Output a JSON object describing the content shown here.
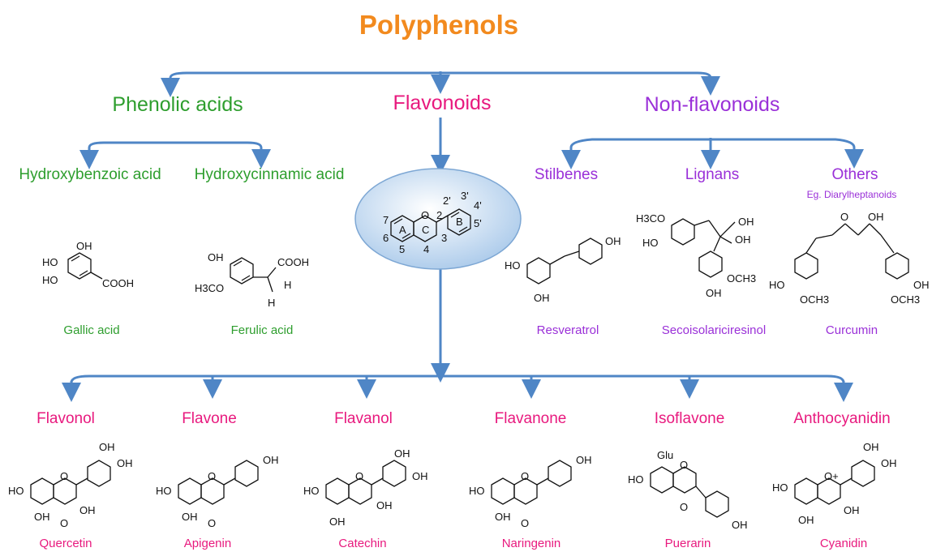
{
  "title": "Polyphenols",
  "categories": {
    "phenolic_acids": "Phenolic acids",
    "flavonoids": "Flavonoids",
    "non_flavonoids": "Non-flavonoids"
  },
  "phenolic_subclasses": [
    "Hydroxybenzoic acid",
    "Hydroxycinnamic acid"
  ],
  "nonflavonoid_subclasses": [
    "Stilbenes",
    "Lignans",
    "Others"
  ],
  "others_note": "Eg. Diarylheptanoids",
  "phenolic_examples": [
    "Gallic acid",
    "Ferulic acid"
  ],
  "nonflavonoid_examples": [
    "Resveratrol",
    "Secoisolariciresinol",
    "Curcumin"
  ],
  "flavonoid_subclasses": [
    "Flavonol",
    "Flavone",
    "Flavanol",
    "Flavanone",
    "Isoflavone",
    "Anthocyanidin"
  ],
  "flavonoid_examples": [
    "Quercetin",
    "Apigenin",
    "Catechin",
    "Naringenin",
    "Puerarin",
    "Cyanidin"
  ],
  "core_labels": {
    "ring_a": "A",
    "ring_b": "B",
    "ring_c": "C",
    "oxygen": "O",
    "positions": [
      "2'",
      "3'",
      "4'",
      "5'",
      "7",
      "2",
      "6",
      "5",
      "4",
      "3"
    ]
  },
  "mol_labels": {
    "oh": "OH",
    "ho": "HO",
    "cooh": "COOH",
    "h3co": "H3CO",
    "h": "H",
    "och3": "OCH3",
    "o": "O",
    "glu": "Glu",
    "o_plus": "O+"
  },
  "colors": {
    "title": "#f28a1e",
    "phenolic": "#2e9e2e",
    "flavonoid": "#e8197e",
    "nonflavonoid": "#9a30d8",
    "connector": "#4f86c6",
    "core_ellipse": "#b9d5ee"
  }
}
